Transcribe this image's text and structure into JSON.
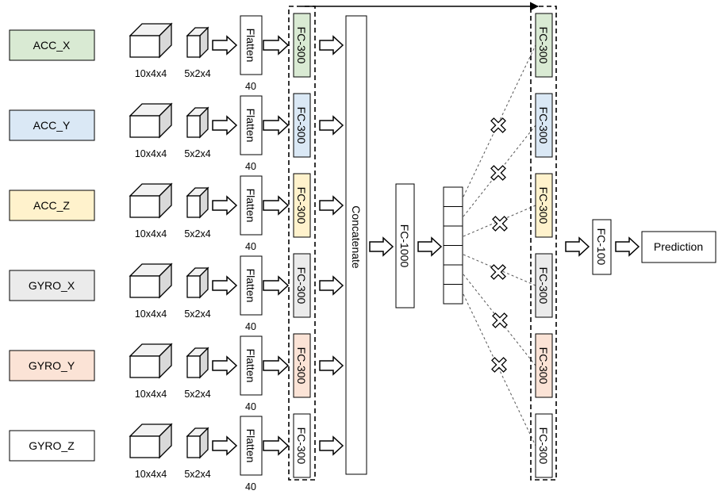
{
  "inputs": [
    {
      "label": "ACC_X",
      "fill": "#d9ead3"
    },
    {
      "label": "ACC_Y",
      "fill": "#dae8f5"
    },
    {
      "label": "ACC_Z",
      "fill": "#fff2cc"
    },
    {
      "label": "GYRO_X",
      "fill": "#ebebeb"
    },
    {
      "label": "GYRO_Y",
      "fill": "#fbe3d6"
    },
    {
      "label": "GYRO_Z",
      "fill": "#ffffff"
    }
  ],
  "branch": {
    "conv1_label": "10x4x4",
    "conv2_label": "5x2x4",
    "flatten_label": "Flatten",
    "flatten_size": "40",
    "fc_label": "FC-300"
  },
  "concatenate_label": "Concatenate",
  "fc1000_label": "FC-1000",
  "head_fc_label": "FC-300",
  "fc100_label": "FC-100",
  "prediction_label": "Prediction",
  "colors": {
    "stroke": "#000000",
    "dashed_link": "#555555",
    "block_side": "#d9d9d9",
    "block_top": "#f2f2f2"
  }
}
